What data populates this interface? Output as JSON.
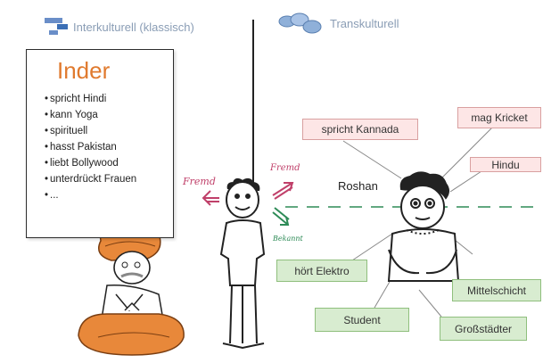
{
  "header": {
    "left_title": "Interkulturell (klassisch)",
    "right_title": "Transkulturell"
  },
  "card": {
    "title": "Inder",
    "items": [
      "spricht Hindi",
      "kann Yoga",
      "spirituell",
      "hasst Pakistan",
      "liebt Bollywood",
      "unterdrückt Frauen",
      "..."
    ]
  },
  "labels": {
    "fremd_left": "Fremd",
    "fremd_right": "Fremd",
    "bekannt": "Bekannt",
    "person_name": "Roshan"
  },
  "tags": {
    "spricht_kannada": "spricht Kannada",
    "mag_kricket": "mag Kricket",
    "hindu": "Hindu",
    "hoert_elektro": "hört Elektro",
    "mittelschicht": "Mittelschicht",
    "student": "Student",
    "grossstaedter": "Großstädter"
  },
  "colors": {
    "card_title": "#e07a2e",
    "red_tag_bg": "#fde6e6",
    "green_tag_bg": "#d8ecd0",
    "fremd": "#c0406a",
    "bekannt": "#2e8b57",
    "turban": "#e8883a"
  }
}
